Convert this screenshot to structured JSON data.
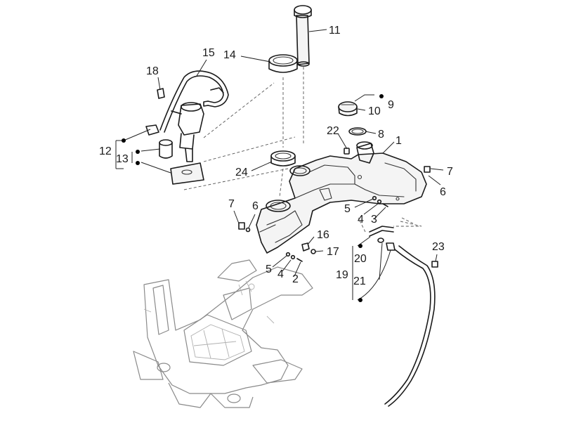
{
  "callouts": {
    "c1": "1",
    "c2": "2",
    "c3": "3",
    "c4a": "4",
    "c4b": "4",
    "c5a": "5",
    "c5b": "5",
    "c6a": "6",
    "c6b": "6",
    "c7a": "7",
    "c7b": "7",
    "c8": "8",
    "c9": "9",
    "c10": "10",
    "c11": "11",
    "c12": "12",
    "c13": "13",
    "c14": "14",
    "c15": "15",
    "c16": "16",
    "c17": "17",
    "c18": "18",
    "c19": "19",
    "c20": "20",
    "c21": "21",
    "c22": "22",
    "c23": "23",
    "c24": "24"
  }
}
